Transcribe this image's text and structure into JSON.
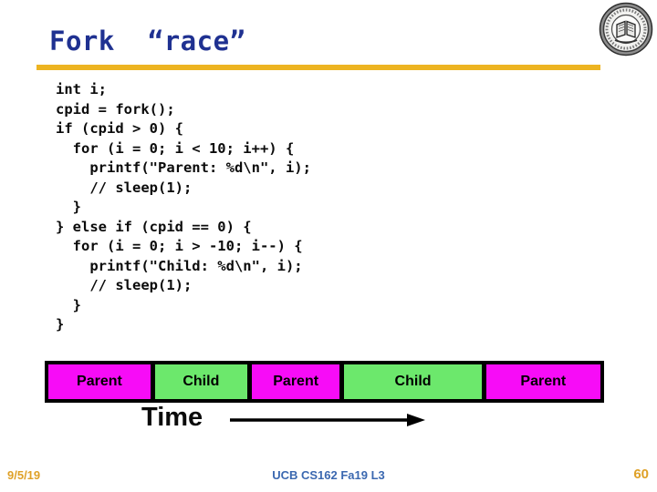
{
  "slide": {
    "title": "Fork  “race”",
    "title_color": "#1F3191",
    "accent_rule_color": "#EDB421"
  },
  "logo": {
    "name": "uc-berkeley-seal"
  },
  "code": {
    "lines": [
      "int i;",
      "cpid = fork();",
      "if (cpid > 0) {",
      "  for (i = 0; i < 10; i++) {",
      "    printf(\"Parent: %d\\n\", i);",
      "    // sleep(1);",
      "  }",
      "} else if (cpid == 0) {",
      "  for (i = 0; i > -10; i--) {",
      "    printf(\"Child: %d\\n\", i);",
      "    // sleep(1);",
      "  }",
      "}"
    ]
  },
  "timeline": {
    "colors": {
      "parent": "#F70CF7",
      "child": "#6CE86C",
      "frame": "#000000"
    },
    "segments": [
      {
        "label": "Parent",
        "type": "parent",
        "grow": 106
      },
      {
        "label": "Child",
        "type": "child",
        "grow": 104
      },
      {
        "label": "Parent",
        "type": "parent",
        "grow": 80
      },
      {
        "label": "Child",
        "type": "child",
        "grow": 188
      },
      {
        "label": "Parent",
        "type": "parent",
        "grow": 129
      }
    ],
    "time_label": "Time"
  },
  "footer": {
    "date": "9/5/19",
    "course": "UCB CS162 Fa19 L3",
    "page": "60"
  }
}
